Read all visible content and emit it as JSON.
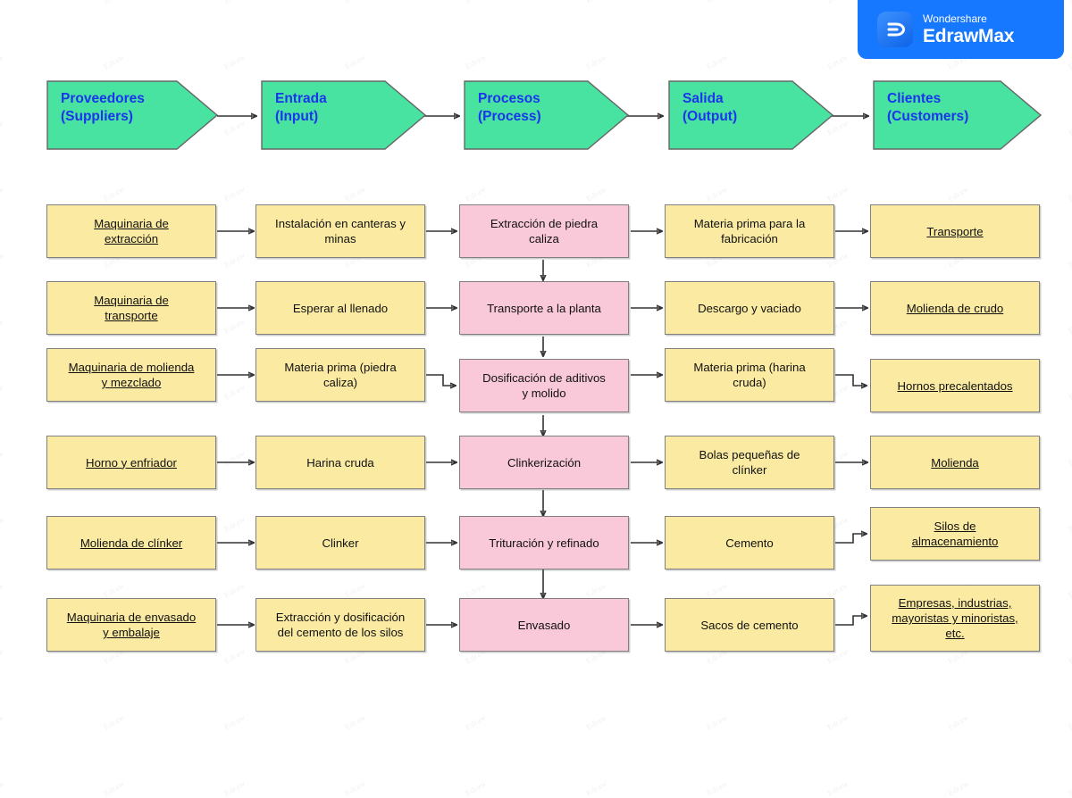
{
  "badge": {
    "brand_small": "Wondershare",
    "brand_large": "EdrawMax",
    "logo_icon": "edraw-d-logo-icon",
    "accent_color": "#1677ff"
  },
  "colors": {
    "chevron_fill": "#48e2a1",
    "chevron_stroke": "#666666",
    "chevron_text": "#1a35ec",
    "supplier_box": "#fbeba2",
    "process_box": "#f9c9d9",
    "box_stroke": "#808080",
    "connector": "#333333",
    "page_background": "#ffffff"
  },
  "header": {
    "columns": [
      {
        "label": "Proveedores\n(Suppliers)",
        "name": "suppliers"
      },
      {
        "label": "Entrada\n(Input)",
        "name": "input"
      },
      {
        "label": "Procesos\n(Process)",
        "name": "process"
      },
      {
        "label": "Salida\n(Output)",
        "name": "output"
      },
      {
        "label": "Clientes\n(Customers)",
        "name": "customers"
      }
    ]
  },
  "rows": [
    {
      "suppliers": "Maquinaria de\nextracción ",
      "input": "Instalación en canteras y\nminas",
      "process": "Extracción de piedra\ncaliza",
      "output": "Materia prima para la\nfabricación",
      "customers": "Transporte"
    },
    {
      "suppliers": "Maquinaria de\ntransporte",
      "input": "Esperar al llenado",
      "process": "Transporte a la planta",
      "output": "Descargo y vaciado",
      "customers": "Molienda de crudo"
    },
    {
      "suppliers": "Maquinaria de molienda\ny mezclado",
      "input": "Materia prima (piedra\ncaliza)",
      "process": "Dosificación de aditivos\ny molido",
      "output": "Materia prima (harina\ncruda)",
      "customers": "Hornos precalentados"
    },
    {
      "suppliers": "Horno y enfriador",
      "input": "Harina cruda",
      "process": "Clinkerización",
      "output": "Bolas pequeñas de\nclínker",
      "customers": "Molienda"
    },
    {
      "suppliers": "Molienda de clínker",
      "input": "Clinker",
      "process": "Trituración y refinado",
      "output": "Cemento",
      "customers": "Silos de\nalmacenamiento"
    },
    {
      "suppliers": "Maquinaria de envasado\ny embalaje",
      "input": "Extracción y dosificación\ndel cemento de los silos",
      "process": "Envasado",
      "output": "Sacos de cemento",
      "customers": "Empresas, industrias,\nmayoristas y minoristas,\netc."
    }
  ],
  "watermark": {
    "text": "Edraw"
  }
}
